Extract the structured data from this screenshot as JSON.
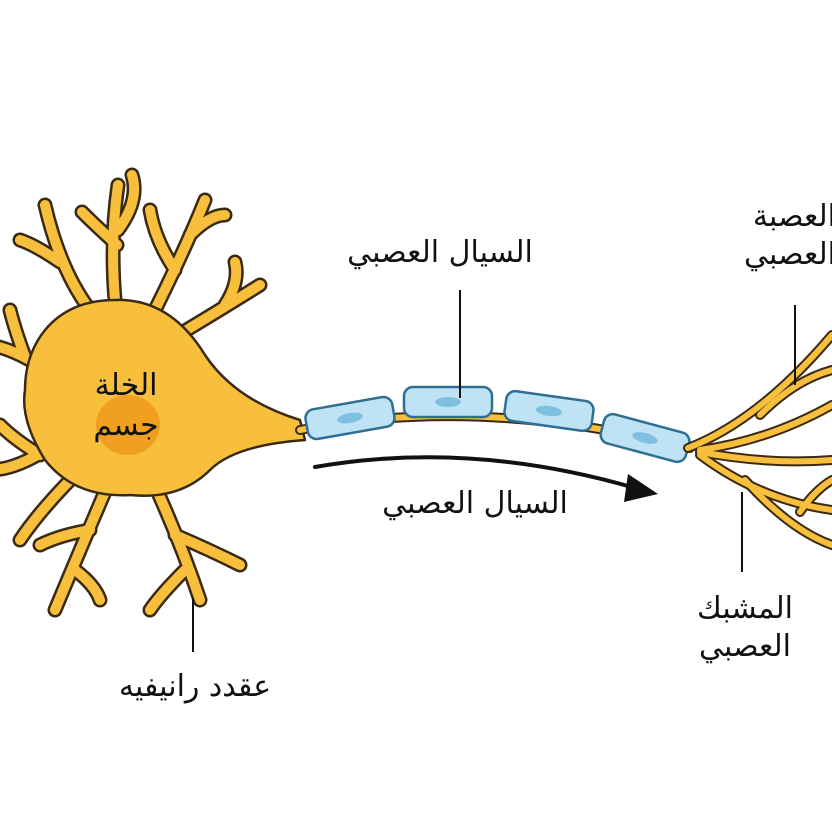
{
  "labels": {
    "cell_body_line1": "الخلة",
    "cell_body_line2": "جسم",
    "myelin_top": "السيال العصبي",
    "impulse": "السيال العصبي",
    "nodes": "عقدد رانيفيه",
    "terminal_line1": "العصبة",
    "terminal_line2": "العصبي",
    "synapse_line1": "المشبك",
    "synapse_line2": "العصبي"
  },
  "colors": {
    "neuron_fill": "#f7bf3c",
    "neuron_stroke": "#3a2a12",
    "nucleus": "#f0a01e",
    "myelin_fill": "#bfe3f4",
    "myelin_stroke": "#2e6f93",
    "arrow": "#111111"
  }
}
